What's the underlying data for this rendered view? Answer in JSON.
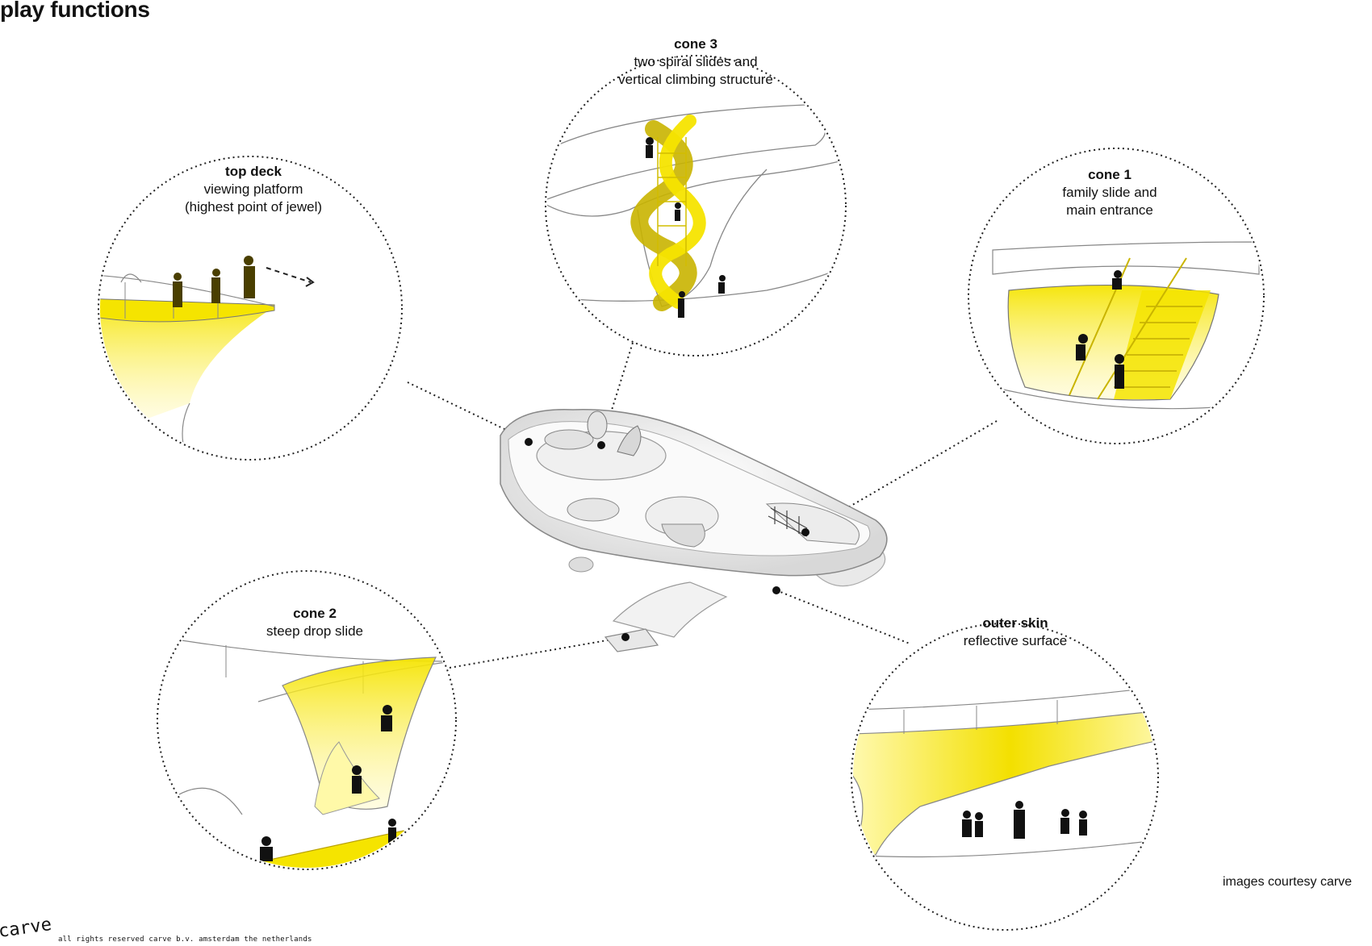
{
  "title": "play functions",
  "callouts": {
    "cone3": {
      "head": "cone 3",
      "line1": "two spiral slides and",
      "line2": "vertical climbing structure"
    },
    "topdeck": {
      "head": "top deck",
      "line1": "viewing platform",
      "line2": "(highest point of jewel)"
    },
    "cone1": {
      "head": "cone 1",
      "line1": "family slide and",
      "line2": "main entrance"
    },
    "cone2": {
      "head": "cone 2",
      "line1": "steep drop slide"
    },
    "outerskin": {
      "head": "outer skin",
      "line1": "reflective surface"
    }
  },
  "credit": "images courtesy carve",
  "logo": "carve",
  "rights": "all rights reserved carve b.v. amsterdam the netherlands",
  "colors": {
    "accent_yellow": "#f5e400",
    "line": "#222222",
    "silhouette": "#111111"
  }
}
